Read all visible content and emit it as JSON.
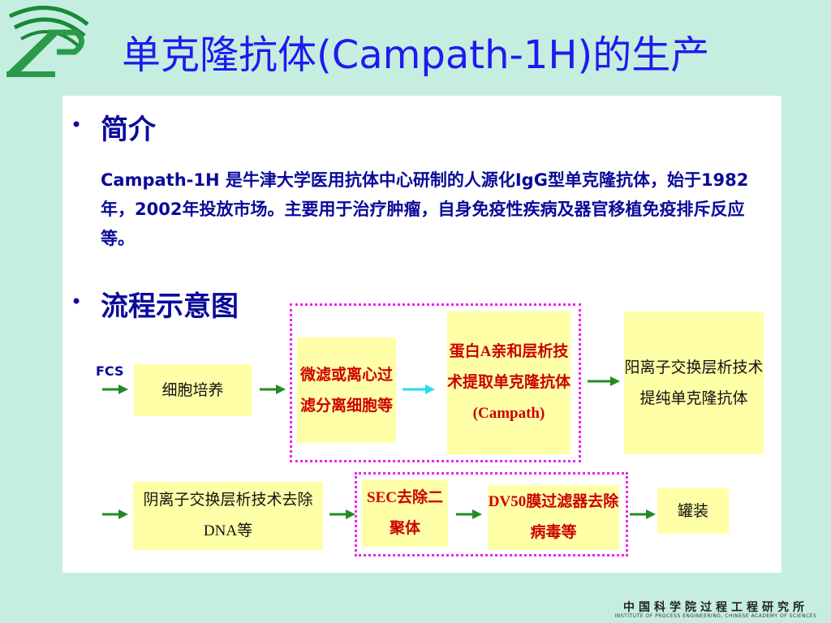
{
  "title": "单克隆抗体(Campath-1H)的生产",
  "sections": {
    "intro": {
      "bullet": "•",
      "heading": "简介",
      "text": "Campath-1H 是牛津大学医用抗体中心研制的人源化IgG型单克隆抗体，始于1982年，2002年投放市场。主要用于治疗肿瘤，自身免疫性疾病及器官移植免疫排斥反应等。"
    },
    "flow": {
      "bullet": "•",
      "heading": "流程示意图"
    }
  },
  "diagram": {
    "input_label": "FCS",
    "row1": [
      "细胞培养",
      "微滤或离心过滤分离细胞等",
      "蛋白A亲和层析技术提取单克隆抗体(Campath)",
      "阳离子交换层析技术提纯单克隆抗体"
    ],
    "row2": [
      "阴离子交换层析技术去除DNA等",
      "SEC去除二聚体",
      "DV50膜过滤器去除病毒等",
      "罐装"
    ]
  },
  "footer": {
    "name_cn": "中国科学院过程工程研究所",
    "name_en": "INSTITUTE OF PROCESS ENGINEERING, CHINESE ACADEMY OF SCIENCES"
  },
  "colors": {
    "background": "#c6eee0",
    "title": "#1c1cf0",
    "text": "#0a0a9a",
    "box": "#ffffa8",
    "highlight_text": "#cc0000",
    "dotted_frame": "#ee22ee",
    "arrow": "#228b22",
    "cyan_arrow": "#22ddee"
  }
}
